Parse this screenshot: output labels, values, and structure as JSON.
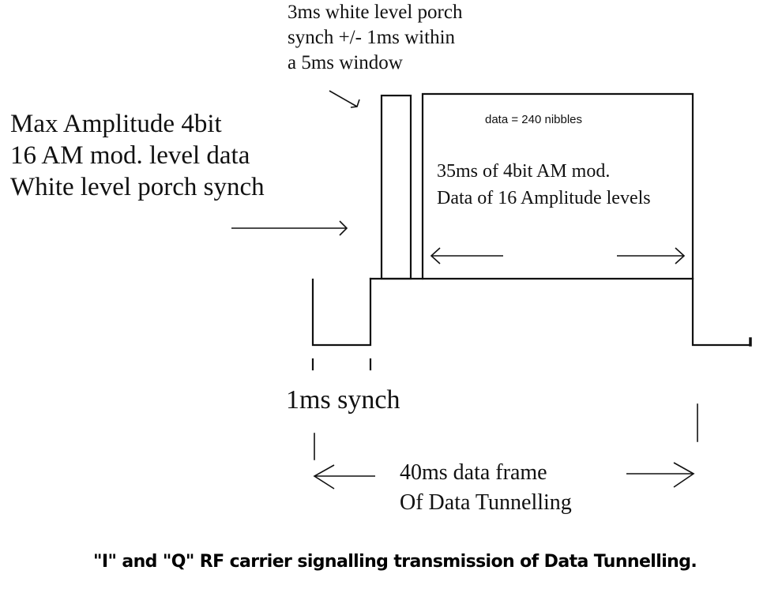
{
  "diagram": {
    "title": "\"I\" and \"Q\" RF carrier signalling transmission of Data Tunnelling.",
    "annotations": {
      "porch_note": [
        "3ms white level porch",
        "synch +/- 1ms within",
        "a 5ms window"
      ],
      "max_amplitude_note": [
        "Max Amplitude 4bit",
        "16 AM mod. level data",
        "White level porch synch"
      ],
      "data_count": "data = 240 nibbles",
      "data_description": [
        "35ms of 4bit AM mod.",
        "Data of 16 Amplitude levels"
      ],
      "sync_label": "1ms synch",
      "frame_label": [
        "40ms data frame",
        "Of Data Tunnelling"
      ]
    },
    "timing": {
      "sync_pulse_ms": 1,
      "white_porch_ms": 3,
      "porch_tolerance_ms": 1,
      "porch_window_ms": 5,
      "data_duration_ms": 35,
      "frame_duration_ms": 40,
      "data_nibbles": 240,
      "amplitude_levels": 16,
      "bits_per_symbol": 4
    },
    "icons": {
      "porch_pointer": "diagonal-arrow-down-right",
      "amplitude_pointer": "arrow-right",
      "data_span_left": "arrow-left",
      "data_span_right": "arrow-right",
      "frame_span_left": "arrow-left",
      "frame_span_right": "arrow-right"
    },
    "colors": {
      "ink": "#111111",
      "background": "#ffffff"
    }
  }
}
